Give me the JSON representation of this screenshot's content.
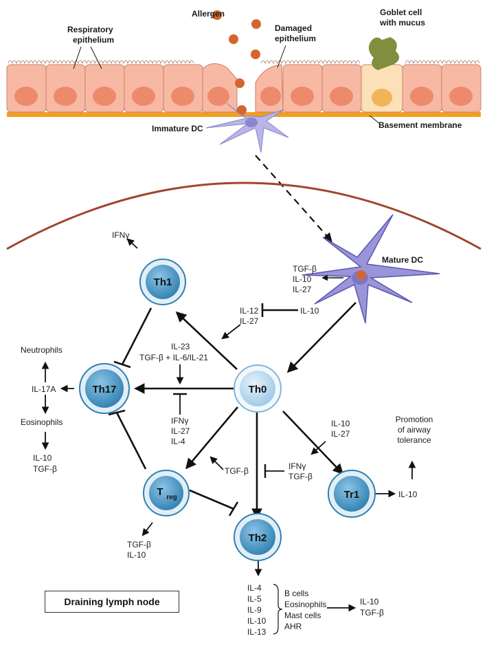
{
  "epithelium": {
    "allergen": "Allergen",
    "respiratory_1": "Respiratory",
    "respiratory_2": "epithelium",
    "damaged_1": "Damaged",
    "damaged_2": "epithelium",
    "goblet_1": "Goblet cell",
    "goblet_2": "with mucus",
    "basement": "Basement membrane",
    "immature_dc": "Immature DC"
  },
  "mature_dc": {
    "label": "Mature DC",
    "secretes": [
      "TGF-β",
      "IL-10",
      "IL-27"
    ]
  },
  "cells": {
    "th0": "Th0",
    "th1": "Th1",
    "th17": "Th17",
    "treg_main": "T",
    "treg_sub": "reg",
    "th2": "Th2",
    "tr1": "Tr1"
  },
  "signals": {
    "ifng_top": "IFNγ",
    "il12": "IL-12",
    "il27_a": "IL-27",
    "il10_inhib": "IL-10",
    "il23": "IL-23",
    "tgf_il6": "TGF-β + IL-6/IL-21",
    "ifng_th17": "IFNγ",
    "il27_th17": "IL-27",
    "il4_th17": "IL-4",
    "il10_tr1": "IL-10",
    "il27_tr1": "IL-27",
    "tgf_treg": "TGF-β",
    "ifng_th2": "IFNγ",
    "tgf_th2": "TGF-β",
    "tr1_out": "IL-10",
    "treg_out_1": "TGF-β",
    "treg_out_2": "IL-10"
  },
  "th17_effects": {
    "neutrophils": "Neutrophils",
    "il17a": "IL-17A",
    "eosinophils": "Eosinophils",
    "il10": "IL-10",
    "tgfb": "TGF-β"
  },
  "tolerance": [
    "Promotion",
    "of airway",
    "tolerance"
  ],
  "th2_effects": {
    "cytokines": [
      "IL-4",
      "IL-5",
      "IL-9",
      "IL-10",
      "IL-13"
    ],
    "targets": [
      "B cells",
      "Eosinophils",
      "Mast cells",
      "AHR"
    ],
    "outputs": [
      "IL-10",
      "TGF-β"
    ]
  },
  "lymph_node_label": "Draining lymph node",
  "colors": {
    "epithelial_cell": "#f7b9a3",
    "nucleus": "#ee8a6c",
    "allergen": "#d4652f",
    "basement": "#f0a020",
    "goblet": "#7f8f3e",
    "dc": "#9a95d8",
    "lymph_node_boundary": "#a0442e",
    "tcell_outer": "#4a9ac8",
    "tcell_inner": "#2f7fb0"
  }
}
